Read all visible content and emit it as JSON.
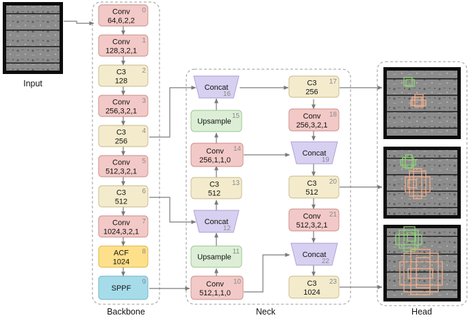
{
  "colors": {
    "conv": "#f2c9c6",
    "conv_stroke": "#c98c89",
    "c3": "#f3ebcc",
    "c3_stroke": "#c9b98b",
    "upsample": "#dcefd6",
    "upsample_stroke": "#9cc290",
    "concat": "#d8d0f0",
    "concat_stroke": "#a99bd6",
    "acf": "#ffe08a",
    "acf_stroke": "#d9b54a",
    "sppf": "#a6dcea",
    "sppf_stroke": "#6fb2c6",
    "detect_small": "#8fd47a",
    "detect_large": "#f5b08a"
  },
  "labels": {
    "input": "Input",
    "backbone": "Backbone",
    "neck": "Neck",
    "head": "Head"
  },
  "blocks": [
    {
      "id": "b0",
      "type": "conv",
      "name": "Conv",
      "params": "64,6,2,2",
      "index": "0"
    },
    {
      "id": "b1",
      "type": "conv",
      "name": "Conv",
      "params": "128,3,2,1",
      "index": "1"
    },
    {
      "id": "b2",
      "type": "c3",
      "name": "C3",
      "params": "128",
      "index": "2"
    },
    {
      "id": "b3",
      "type": "conv",
      "name": "Conv",
      "params": "256,3,2,1",
      "index": "3"
    },
    {
      "id": "b4",
      "type": "c3",
      "name": "C3",
      "params": "256",
      "index": "4"
    },
    {
      "id": "b5",
      "type": "conv",
      "name": "Conv",
      "params": "512,3,2,1",
      "index": "5"
    },
    {
      "id": "b6",
      "type": "c3",
      "name": "C3",
      "params": "512",
      "index": "6"
    },
    {
      "id": "b7",
      "type": "conv",
      "name": "Conv",
      "params": "1024,3,2,1",
      "index": "7"
    },
    {
      "id": "b8",
      "type": "acf",
      "name": "ACF",
      "params": "1024",
      "index": "8"
    },
    {
      "id": "b9",
      "type": "sppf",
      "name": "SPPF",
      "params": "",
      "index": "9"
    },
    {
      "id": "b10",
      "type": "conv",
      "name": "Conv",
      "params": "512,1,1,0",
      "index": "10"
    },
    {
      "id": "b11",
      "type": "upsample",
      "name": "Upsample",
      "params": "",
      "index": "11"
    },
    {
      "id": "b12",
      "type": "concat",
      "name": "Concat",
      "params": "",
      "index": "12"
    },
    {
      "id": "b13",
      "type": "c3",
      "name": "C3",
      "params": "512",
      "index": "13"
    },
    {
      "id": "b14",
      "type": "conv",
      "name": "Conv",
      "params": "256,1,1,0",
      "index": "14"
    },
    {
      "id": "b15",
      "type": "upsample",
      "name": "Upsample",
      "params": "",
      "index": "15"
    },
    {
      "id": "b16",
      "type": "concat",
      "name": "Concat",
      "params": "",
      "index": "16"
    },
    {
      "id": "b17",
      "type": "c3",
      "name": "C3",
      "params": "256",
      "index": "17"
    },
    {
      "id": "b18",
      "type": "conv",
      "name": "Conv",
      "params": "256,3,2,1",
      "index": "18"
    },
    {
      "id": "b19",
      "type": "concat",
      "name": "Concat",
      "params": "",
      "index": "19"
    },
    {
      "id": "b20",
      "type": "c3",
      "name": "C3",
      "params": "512",
      "index": "20"
    },
    {
      "id": "b21",
      "type": "conv",
      "name": "Conv",
      "params": "512,3,2,1",
      "index": "21"
    },
    {
      "id": "b22",
      "type": "concat",
      "name": "Concat",
      "params": "",
      "index": "22"
    },
    {
      "id": "b23",
      "type": "c3",
      "name": "C3",
      "params": "1024",
      "index": "23"
    }
  ]
}
